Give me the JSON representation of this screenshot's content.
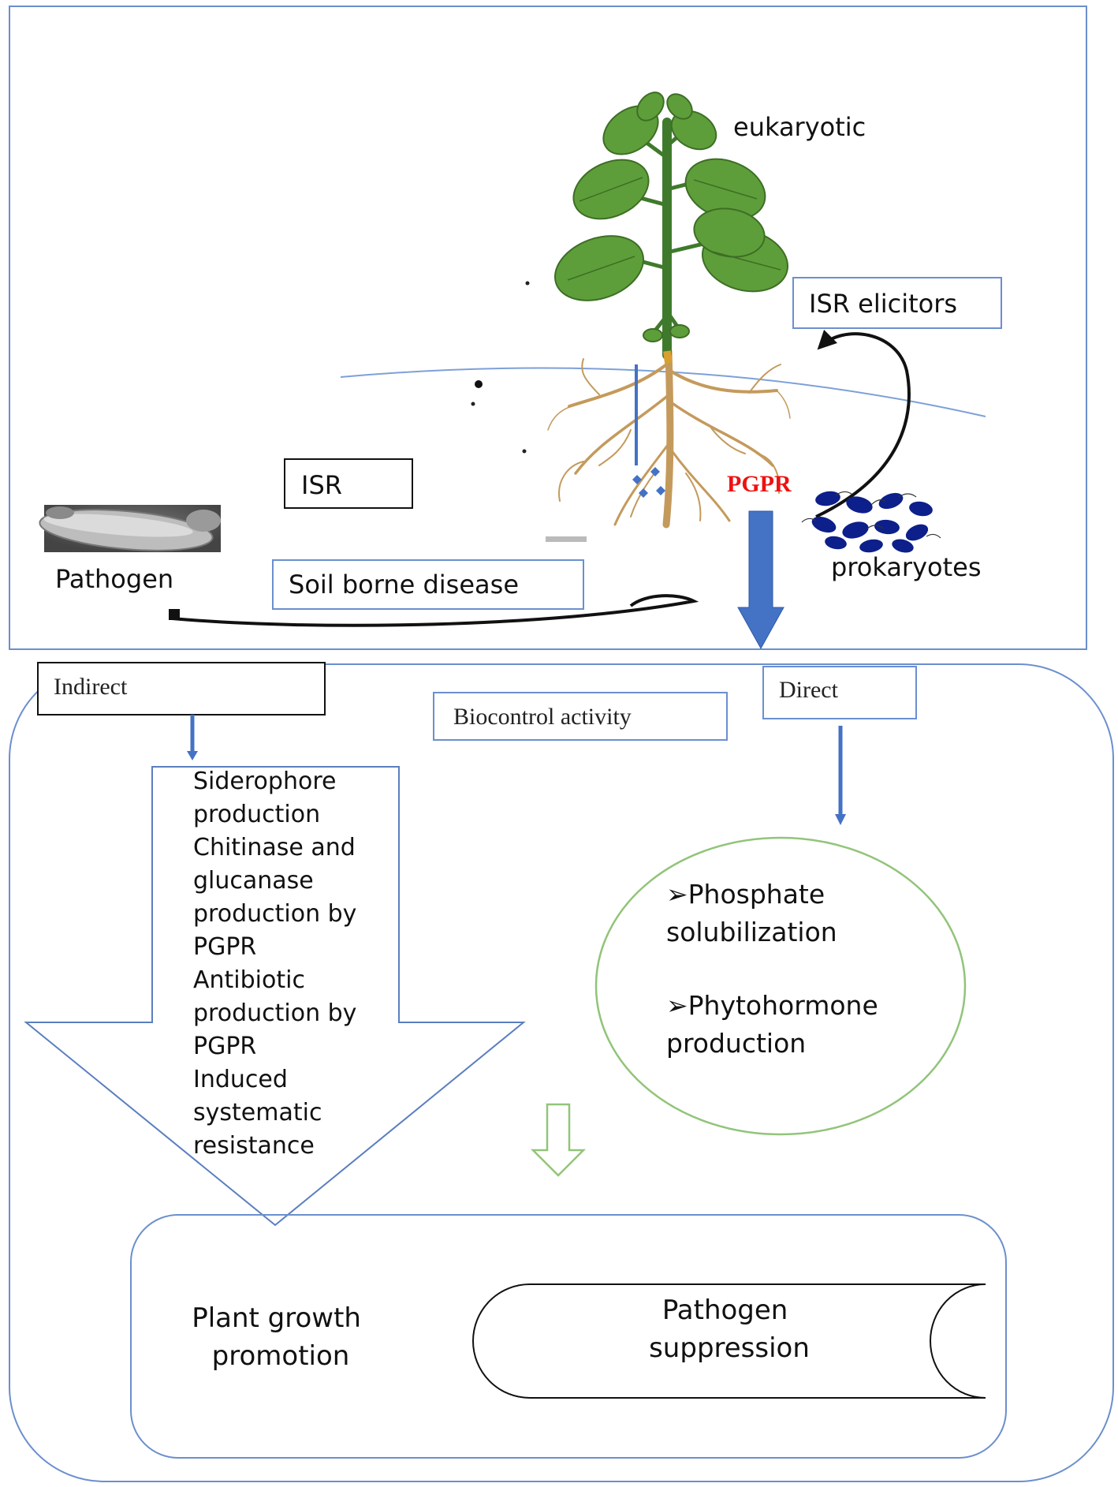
{
  "labels": {
    "eukaryotic": "eukaryotic",
    "isr_elicitors": "ISR elicitors",
    "isr": "ISR",
    "pgpr": "PGPR",
    "pathogen": "Pathogen",
    "soil_borne_disease": "Soil borne disease",
    "prokaryotes": "prokaryotes",
    "indirect": "Indirect",
    "biocontrol_activity": "Biocontrol activity",
    "direct": "Direct",
    "plant_growth_promotion": [
      "Plant growth",
      "promotion"
    ],
    "pathogen_suppression": [
      "Pathogen",
      "suppression"
    ]
  },
  "indirect_mechanisms": [
    "Siderophore",
    "production",
    "Chitinase and",
    "glucanase",
    "production by",
    "PGPR",
    "Antibiotic",
    "production by",
    "PGPR",
    "Induced",
    "systematic",
    "resistance"
  ],
  "direct_mechanisms": [
    [
      "➢Phosphate",
      "solubilization"
    ],
    [
      "➢Phytohormone",
      "production"
    ]
  ],
  "colors": {
    "frame_blue": "#6b8fce",
    "arrow_blue": "#4472c4",
    "circle_green": "#92c47a",
    "pgpr_red": "#ee1111",
    "leaf_green": "#5e9e3a",
    "stem_green": "#3f7a2c",
    "root_tan": "#c49a5c",
    "bacteria_navy": "#0d1f8a"
  }
}
